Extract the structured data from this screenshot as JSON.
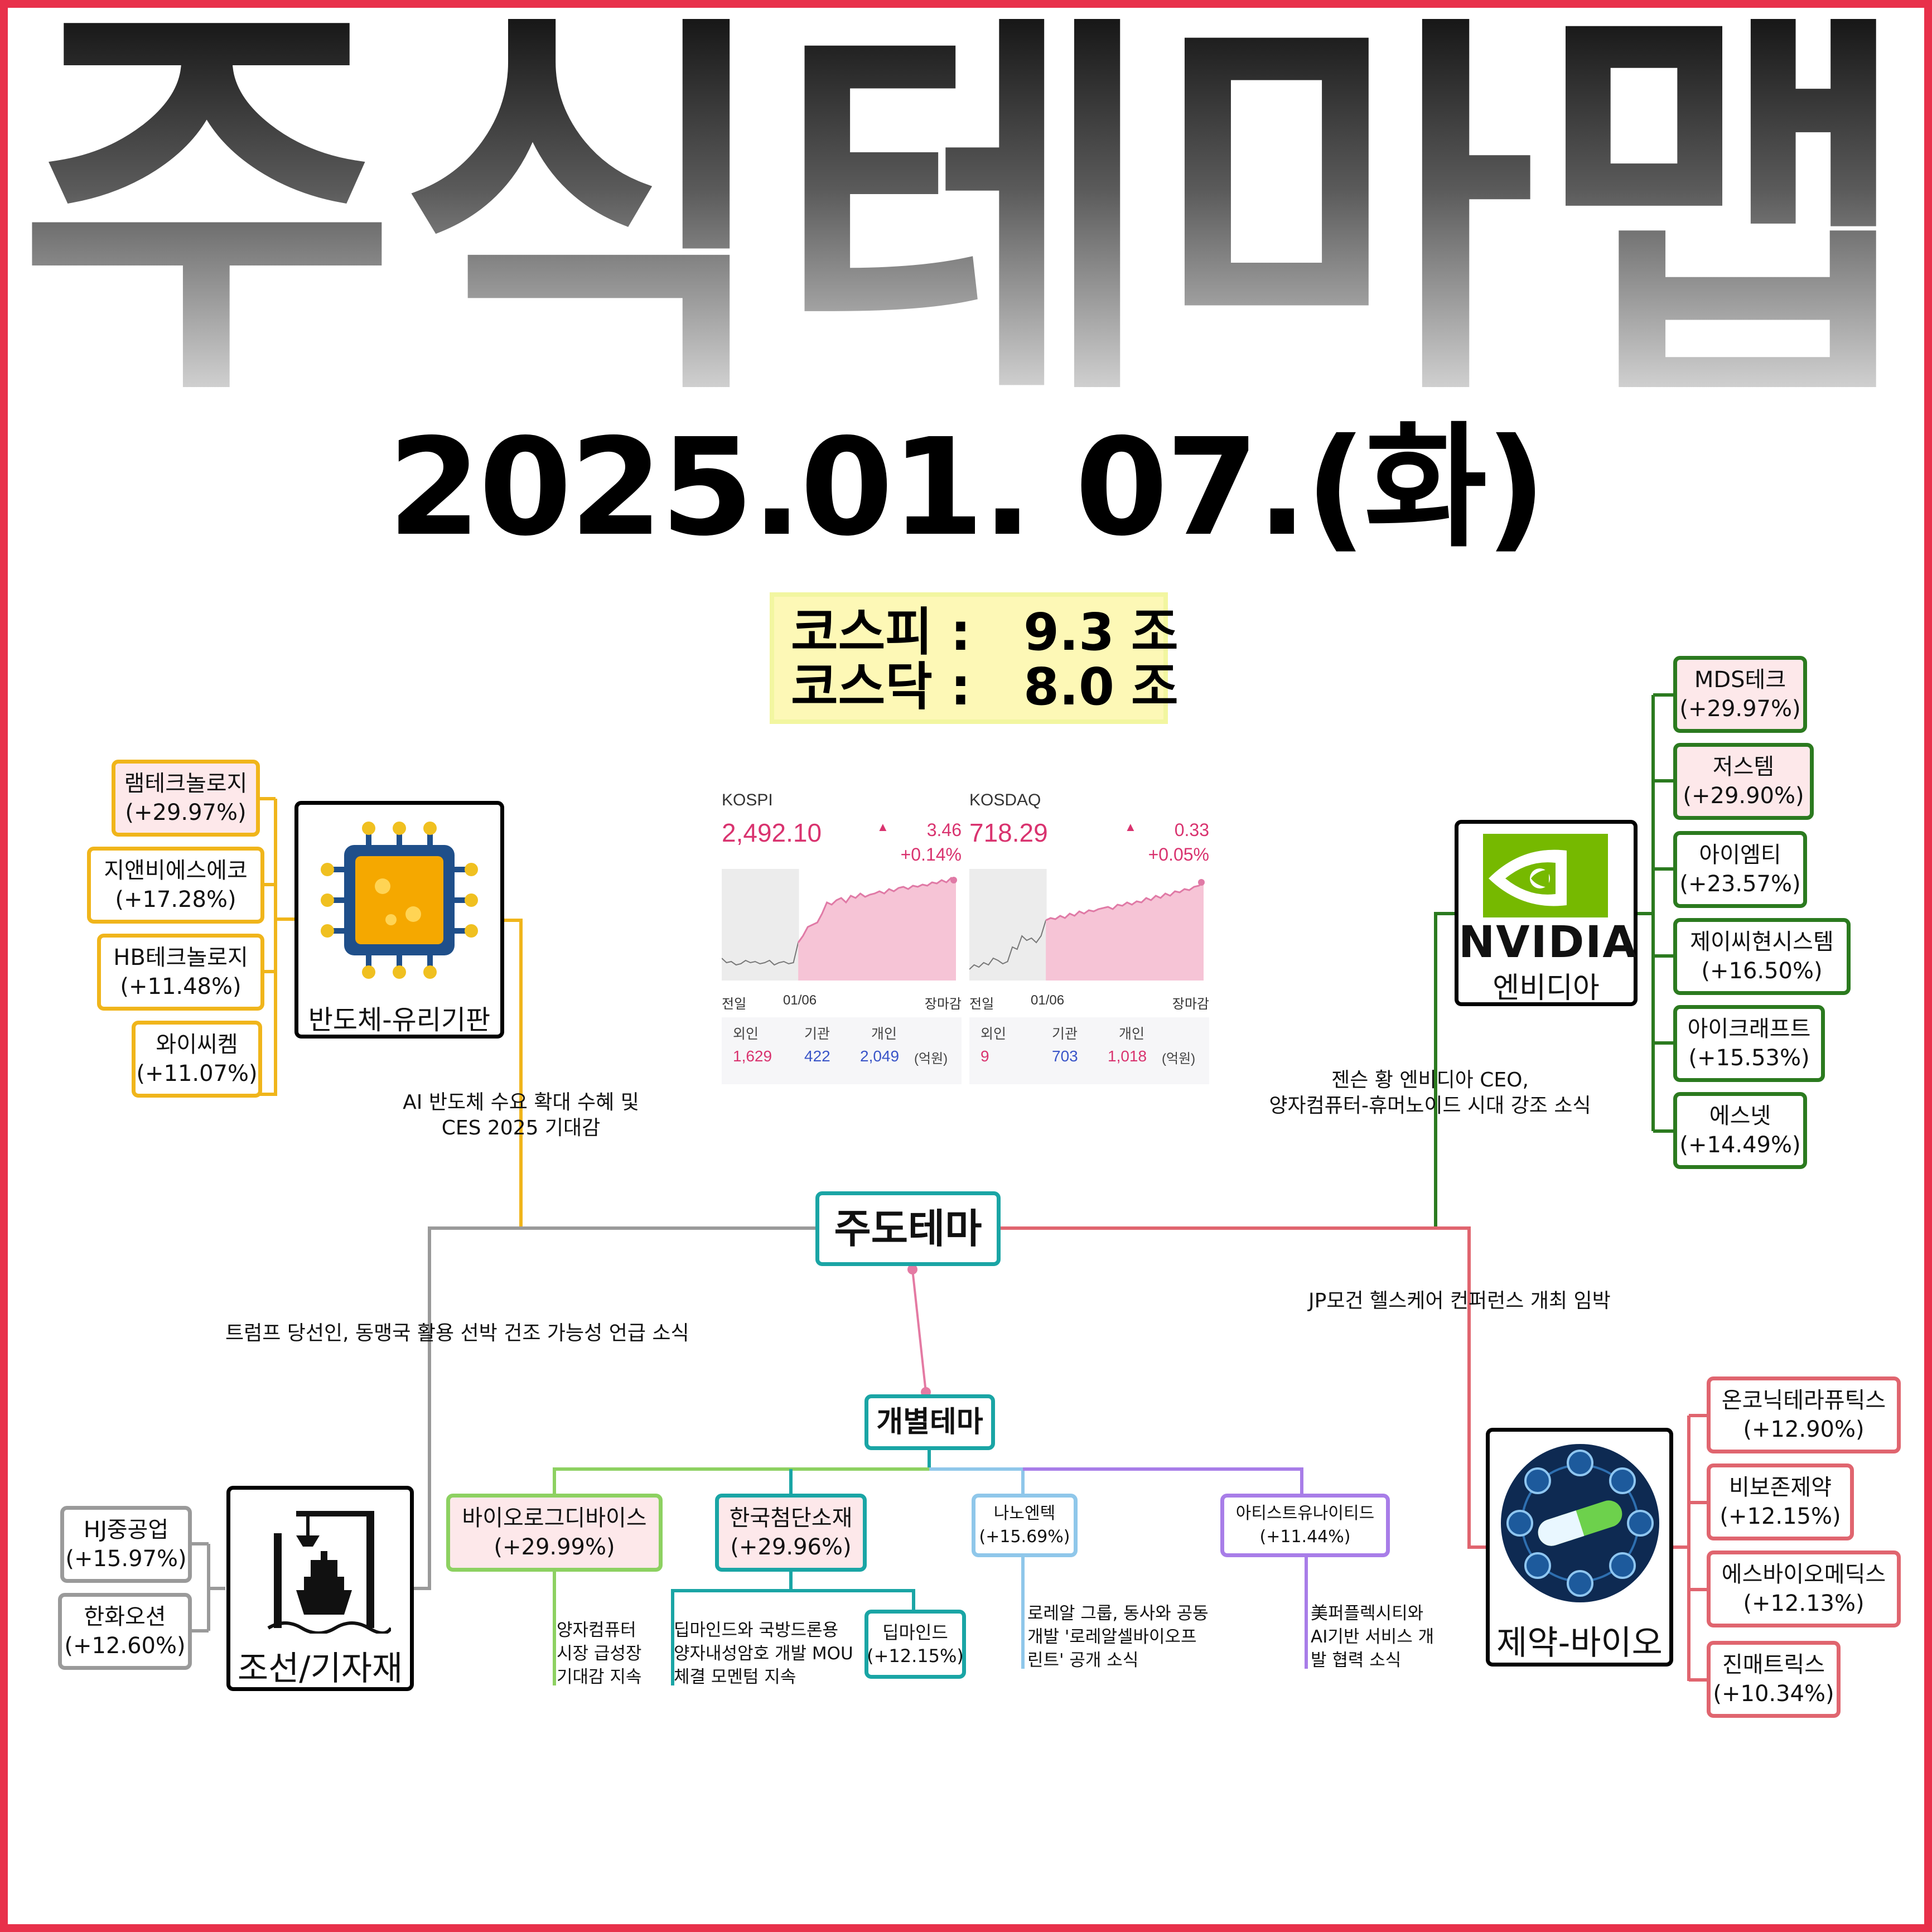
{
  "title": "주식테마맵",
  "date": "2025.01. 07.(화)",
  "volume": [
    {
      "label": "코스피 :",
      "value": "9.3",
      "unit": "조"
    },
    {
      "label": "코스닥 :",
      "value": "8.0",
      "unit": "조"
    }
  ],
  "markets": [
    {
      "name": "KOSPI",
      "value": "2,492.10",
      "change": "3.46",
      "pct": "+0.14%",
      "x_labels": [
        "전일",
        "01/06",
        "장마감"
      ],
      "flow_labels": [
        "외인",
        "기관",
        "개인"
      ],
      "flow_values": [
        "1,629",
        "422",
        "2,049"
      ],
      "flow_unit": "(억원)",
      "series": [
        0.8,
        0.84,
        0.83,
        0.86,
        0.85,
        0.82,
        0.84,
        0.83,
        0.85,
        0.84,
        0.82,
        0.86,
        0.84,
        0.83,
        0.85,
        0.84,
        0.66,
        0.6,
        0.52,
        0.5,
        0.48,
        0.4,
        0.3,
        0.32,
        0.28,
        0.26,
        0.3,
        0.24,
        0.26,
        0.22,
        0.25,
        0.23,
        0.22,
        0.2,
        0.22,
        0.18,
        0.2,
        0.17,
        0.16,
        0.18,
        0.15,
        0.16,
        0.14,
        0.15,
        0.12,
        0.13,
        0.1,
        0.12,
        0.08,
        0.1
      ]
    },
    {
      "name": "KOSDAQ",
      "value": "718.29",
      "change": "0.33",
      "pct": "+0.05%",
      "x_labels": [
        "전일",
        "01/06",
        "장마감"
      ],
      "flow_labels": [
        "외인",
        "기관",
        "개인"
      ],
      "flow_values": [
        "9",
        "703",
        "1,018"
      ],
      "flow_unit": "(억원)",
      "series": [
        0.9,
        0.86,
        0.88,
        0.84,
        0.86,
        0.8,
        0.82,
        0.85,
        0.83,
        0.7,
        0.72,
        0.6,
        0.64,
        0.62,
        0.66,
        0.6,
        0.46,
        0.44,
        0.45,
        0.42,
        0.44,
        0.4,
        0.42,
        0.38,
        0.4,
        0.37,
        0.38,
        0.36,
        0.35,
        0.34,
        0.36,
        0.32,
        0.33,
        0.3,
        0.32,
        0.29,
        0.3,
        0.26,
        0.28,
        0.24,
        0.26,
        0.22,
        0.24,
        0.2,
        0.21,
        0.18,
        0.19,
        0.16,
        0.15,
        0.12
      ]
    }
  ],
  "center": "주도테마",
  "individual": "개별테마",
  "semis": {
    "theme": "반도체-유리기판",
    "note": [
      "AI 반도체 수요 확대 수혜 및",
      "CES 2025 기대감"
    ],
    "stocks": [
      {
        "name": "램테크놀로지",
        "pct": "(+29.97%)"
      },
      {
        "name": "지앤비에스에코",
        "pct": "(+17.28%)"
      },
      {
        "name": "HB테크놀로지",
        "pct": "(+11.48%)"
      },
      {
        "name": "와이씨켐",
        "pct": "(+11.07%)"
      }
    ]
  },
  "nvidia": {
    "logo": "NVIDIA",
    "theme": "엔비디아",
    "note": [
      "젠슨 황 엔비디아 CEO,",
      "양자컴퓨터-휴머노이드 시대 강조 소식"
    ],
    "stocks": [
      {
        "name": "MDS테크",
        "pct": "(+29.97%)"
      },
      {
        "name": "저스템",
        "pct": "(+29.90%)"
      },
      {
        "name": "아이엠티",
        "pct": "(+23.57%)"
      },
      {
        "name": "제이씨현시스템",
        "pct": "(+16.50%)"
      },
      {
        "name": "아이크래프트",
        "pct": "(+15.53%)"
      },
      {
        "name": "에스넷",
        "pct": "(+14.49%)"
      }
    ]
  },
  "ship": {
    "theme": "조선/기자재",
    "note": "트럼프 당선인, 동맹국 활용 선박 건조 가능성 언급 소식",
    "stocks": [
      {
        "name": "HJ중공업",
        "pct": "(+15.97%)"
      },
      {
        "name": "한화오션",
        "pct": "(+12.60%)"
      }
    ]
  },
  "bio": {
    "theme": "제약-바이오",
    "note": "JP모건 헬스케어 컨퍼런스 개최 임박",
    "stocks": [
      {
        "name": "온코닉테라퓨틱스",
        "pct": "(+12.90%)"
      },
      {
        "name": "비보존제약",
        "pct": "(+12.15%)"
      },
      {
        "name": "에스바이오메딕스",
        "pct": "(+12.13%)"
      },
      {
        "name": "진매트릭스",
        "pct": "(+10.34%)"
      }
    ]
  },
  "individuals": [
    {
      "name": "바이오로그디바이스",
      "pct": "(+29.99%)",
      "note": [
        "양자컴퓨터",
        "시장 급성장",
        "기대감 지속"
      ]
    },
    {
      "name": "한국첨단소재",
      "pct": "(+29.96%)",
      "note": [
        "딥마인드와 국방드론용",
        "양자내성암호 개발 MOU",
        "체결 모멘텀 지속"
      ],
      "sub": {
        "name": "딥마인드",
        "pct": "(+12.15%)"
      }
    },
    {
      "name": "나노엔텍",
      "pct": "(+15.69%)",
      "note": [
        "로레알 그룹, 동사와 공동",
        "개발 '로레알셀바이오프",
        "린트' 공개 소식"
      ]
    },
    {
      "name": "아티스트유나이티드",
      "pct": "(+11.44%)",
      "note": [
        "美퍼플렉시티와",
        "AI기반 서비스 개",
        "발 협력 소식"
      ]
    }
  ]
}
